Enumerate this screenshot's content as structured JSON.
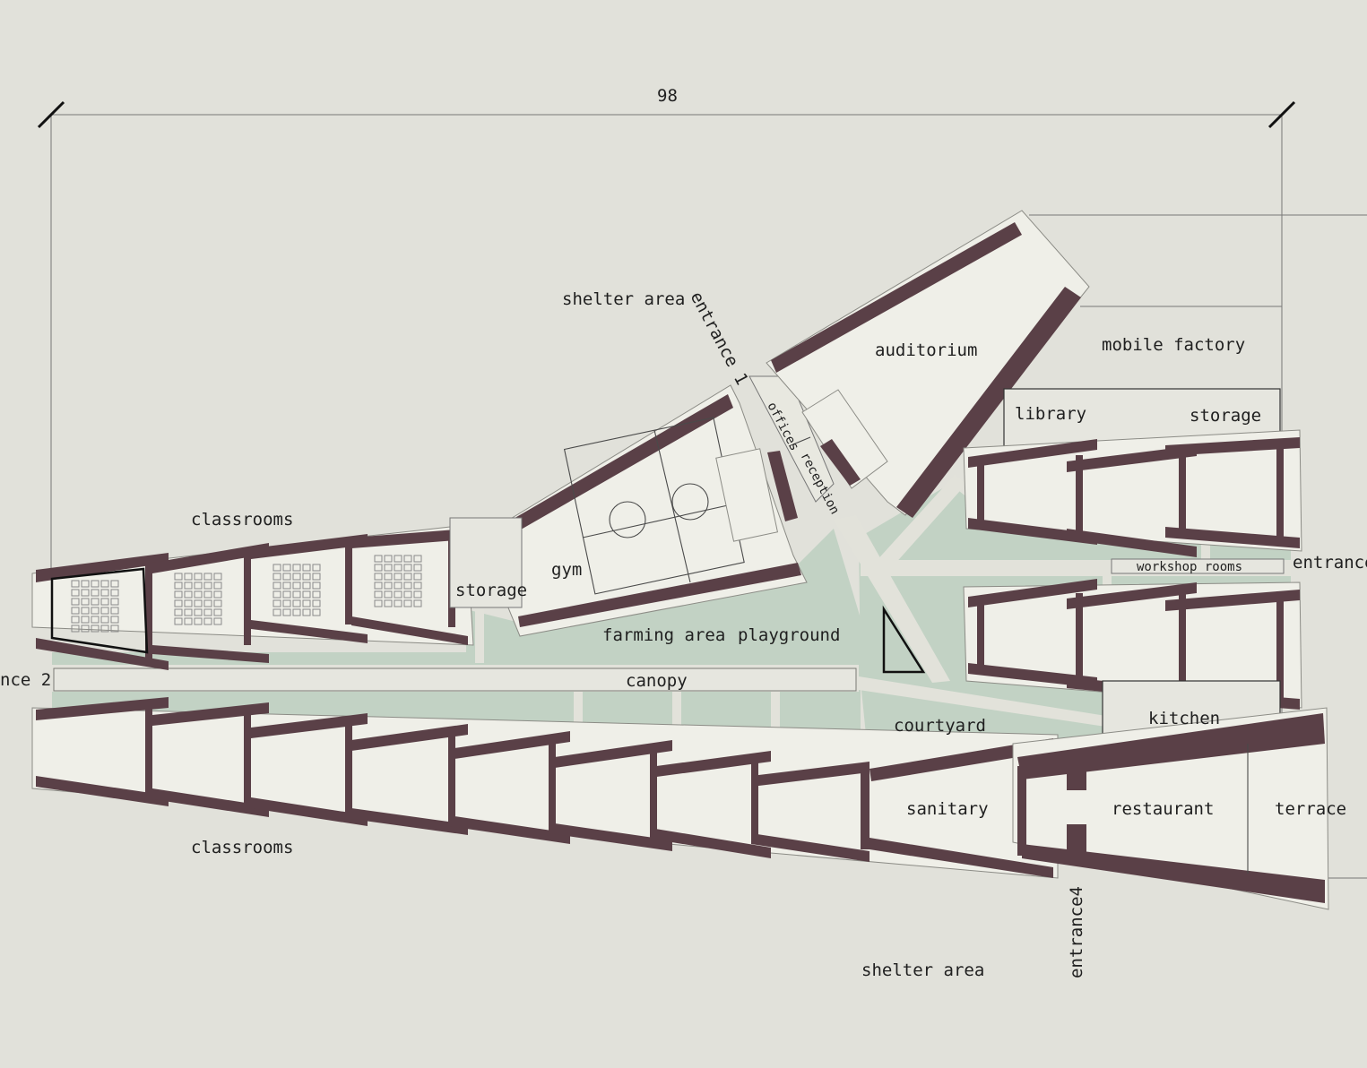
{
  "dimension": {
    "value": "98"
  },
  "labels": {
    "shelter_top": "shelter area",
    "entrance1": "entrance 1",
    "auditorium": "auditorium",
    "mobile_factory": "mobile factory",
    "library": "library",
    "storage_right": "storage",
    "offices": "offices",
    "reception": "reception",
    "classrooms_top": "classrooms",
    "gym": "gym",
    "storage_left": "storage",
    "workshop_rooms": "workshop rooms",
    "entrance3": "entrance",
    "farming_area": "farming area",
    "playground": "playground",
    "entrance2": "nce 2",
    "canopy": "canopy",
    "kitchen": "kitchen",
    "courtyard": "courtyard",
    "sanitary": "sanitary",
    "restaurant": "restaurant",
    "terrace": "terrace",
    "classrooms_bottom": "classrooms",
    "entrance4": "entrance4",
    "shelter_bottom": "shelter area"
  },
  "colors": {
    "background": "#e1e1da",
    "wall": "#5a4047",
    "green": "#c2d2c4",
    "text": "#1f1f1f"
  }
}
